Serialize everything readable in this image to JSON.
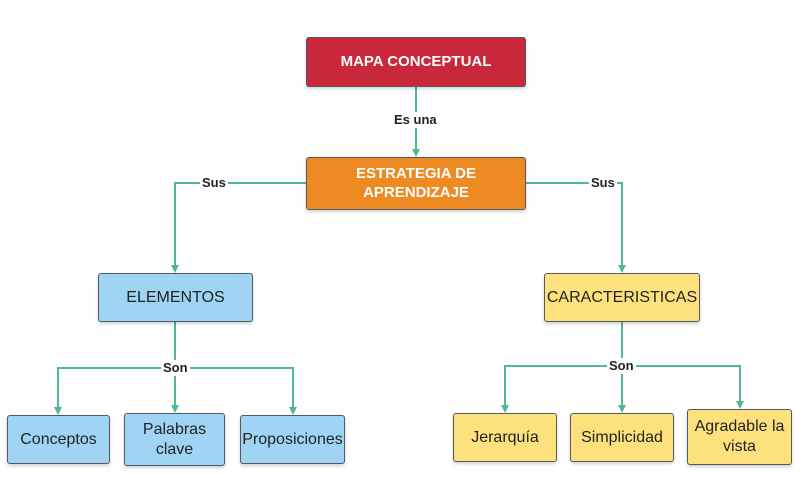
{
  "nodes": {
    "mapa": "MAPA CONCEPTUAL",
    "estrategia": "ESTRATEGIA DE APRENDIZAJE",
    "elementos": "ELEMENTOS",
    "caracteristicas": "CARACTERISTICAS",
    "conceptos": "Conceptos",
    "palabras": "Palabras clave",
    "proposiciones": "Proposiciones",
    "jerarquia": "Jerarquía",
    "simplicidad": "Simplicidad",
    "agradable": "Agradable la vista"
  },
  "links": {
    "es_una": "Es una",
    "sus_left": "Sus",
    "sus_right": "Sus",
    "son_left": "Son",
    "son_right": "Son"
  },
  "colors": {
    "connector": "#4fb89b",
    "root": "#c8283a",
    "strategy": "#ee8a22",
    "elements": "#9fd4f4",
    "features": "#fde17c"
  }
}
